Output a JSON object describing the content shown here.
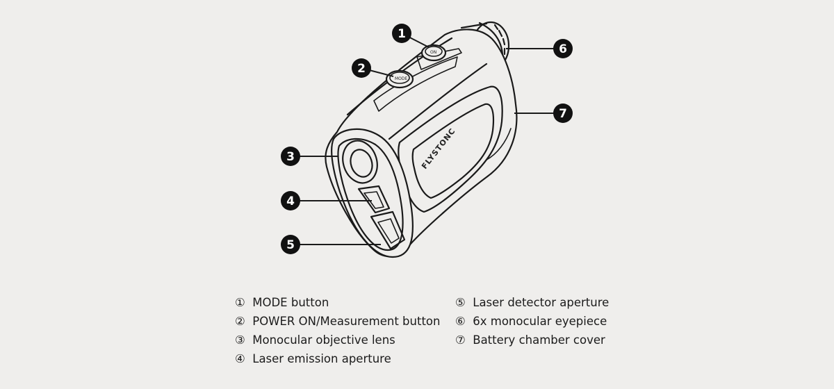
{
  "diagram": {
    "brand_logo": "FLYSTONC",
    "buttons": {
      "mode": "MODE",
      "power": "ON"
    },
    "callouts": [
      {
        "number": "1"
      },
      {
        "number": "2"
      },
      {
        "number": "3"
      },
      {
        "number": "4"
      },
      {
        "number": "5"
      },
      {
        "number": "6"
      },
      {
        "number": "7"
      }
    ]
  },
  "legend": {
    "left": [
      {
        "marker": "①",
        "text": "MODE button"
      },
      {
        "marker": "②",
        "text": "POWER ON/Measurement button"
      },
      {
        "marker": "③",
        "text": "Monocular objective lens"
      },
      {
        "marker": "④",
        "text": "Laser emission aperture"
      }
    ],
    "right": [
      {
        "marker": "⑤",
        "text": "Laser detector aperture"
      },
      {
        "marker": "⑥",
        "text": "6x monocular eyepiece"
      },
      {
        "marker": "⑦",
        "text": "Battery chamber cover"
      }
    ]
  },
  "colors": {
    "line": "#1a1a1a",
    "background": "#efeeec",
    "callout_fill": "#111111"
  }
}
